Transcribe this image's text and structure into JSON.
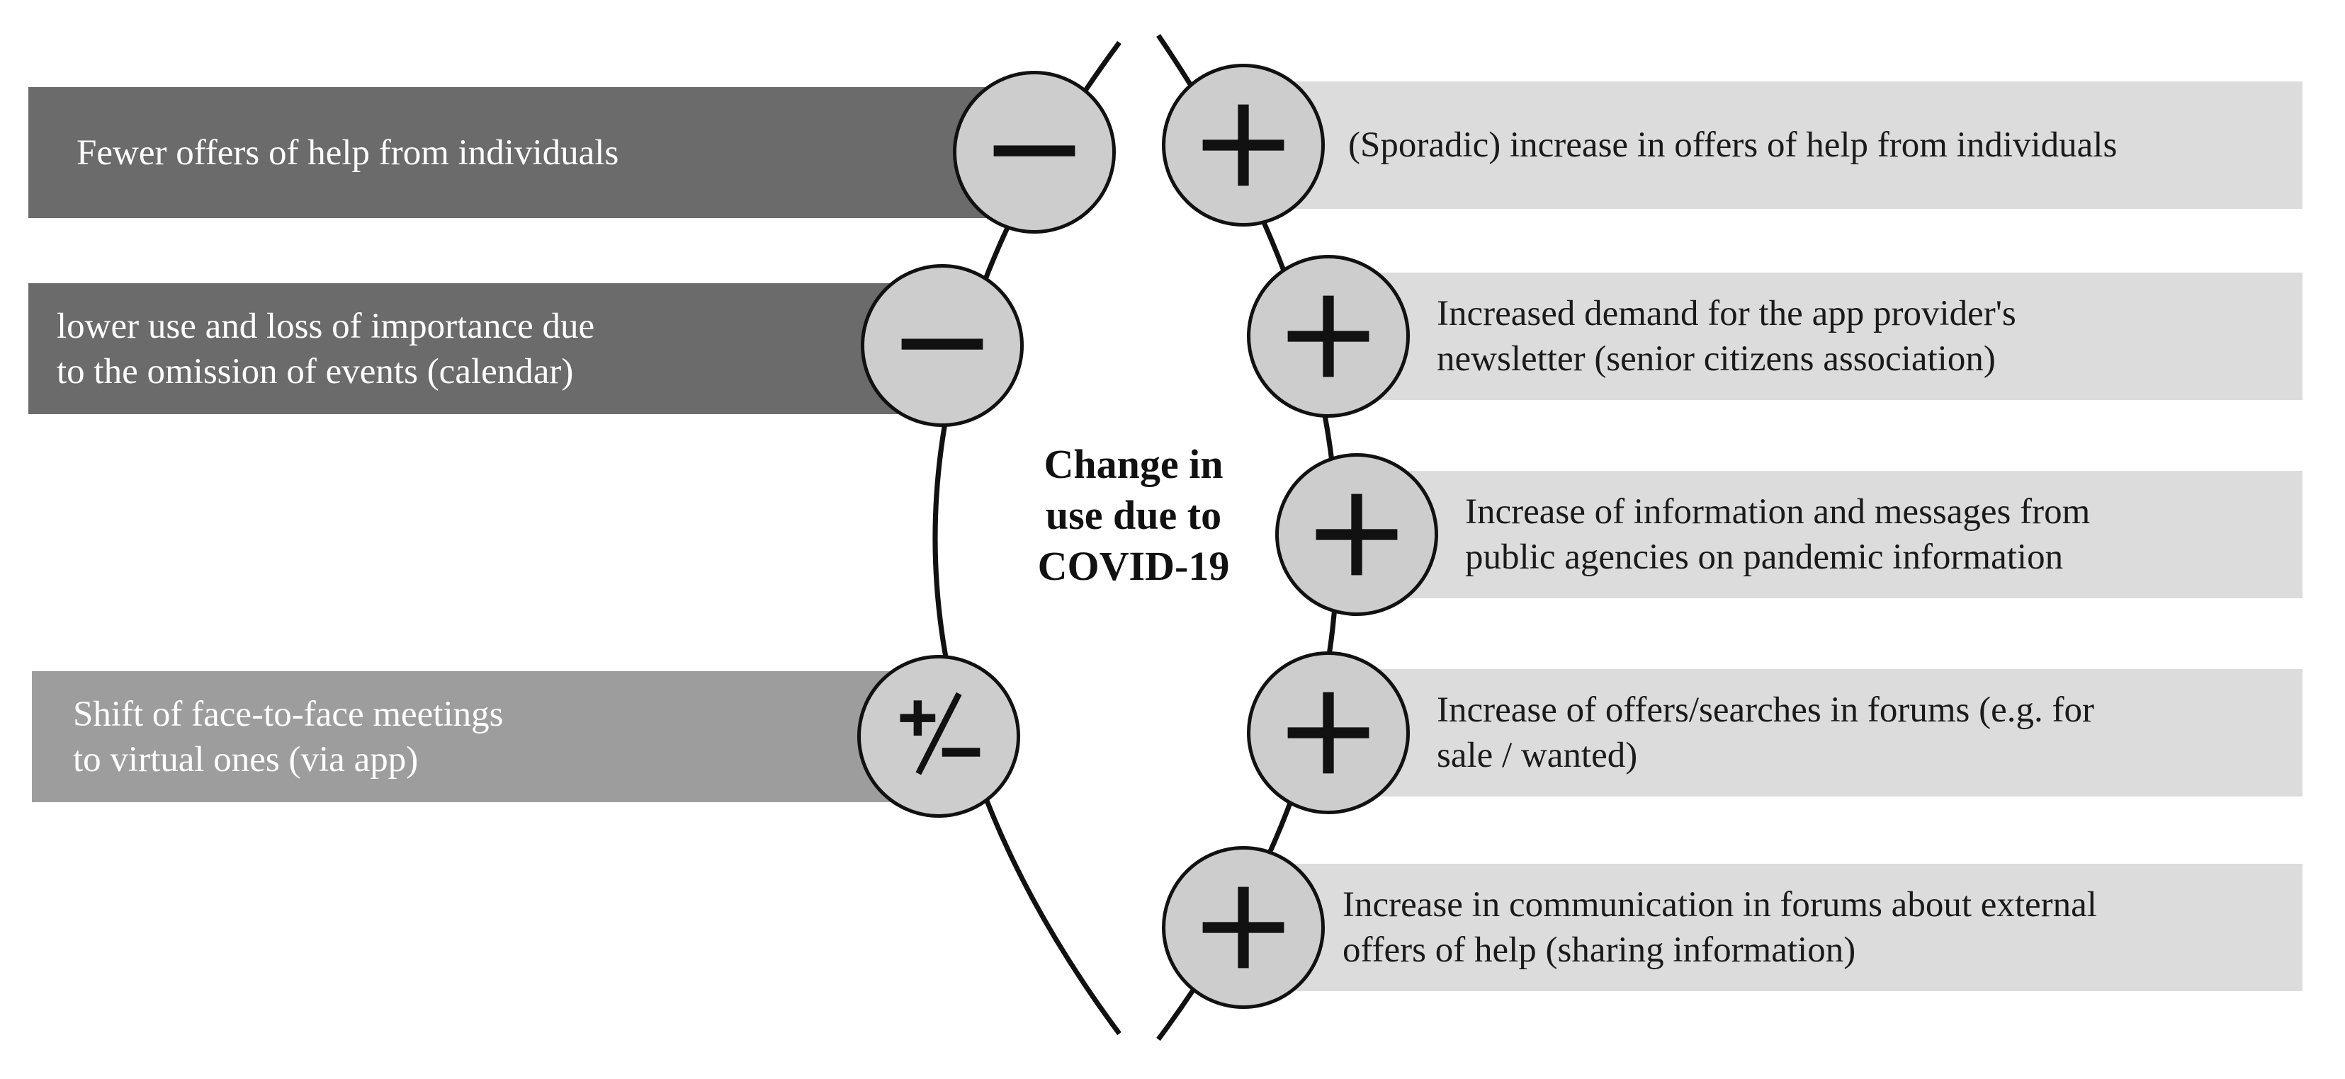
{
  "center_title": "Change in\nuse due to\nCOVID-19",
  "colors": {
    "negative_fill": "#6b6b6b",
    "mixed_fill": "#9d9d9d",
    "positive_fill": "#dcdcdc",
    "circle_fill": "#cdcdcd",
    "stroke": "#111111"
  },
  "negative_items": [
    {
      "text": "Fewer offers of help from individuals",
      "symbol": "minus-icon"
    },
    {
      "text": "lower use and loss of importance due\nto the omission of events (calendar)",
      "symbol": "minus-icon"
    }
  ],
  "mixed_items": [
    {
      "text": "Shift of face-to-face meetings\nto virtual ones (via app)",
      "symbol": "plus-minus-icon"
    }
  ],
  "positive_items": [
    {
      "text": "(Sporadic) increase in offers of help from individuals",
      "symbol": "plus-icon"
    },
    {
      "text": "Increased demand for the app provider's\nnewsletter (senior citizens association)",
      "symbol": "plus-icon"
    },
    {
      "text": "Increase of information and messages from\npublic agencies on pandemic information",
      "symbol": "plus-icon"
    },
    {
      "text": "Increase of offers/searches in forums (e.g. for\nsale / wanted)",
      "symbol": "plus-icon"
    },
    {
      "text": "Increase in communication in forums about external\noffers of help (sharing information)",
      "symbol": "plus-icon"
    }
  ]
}
